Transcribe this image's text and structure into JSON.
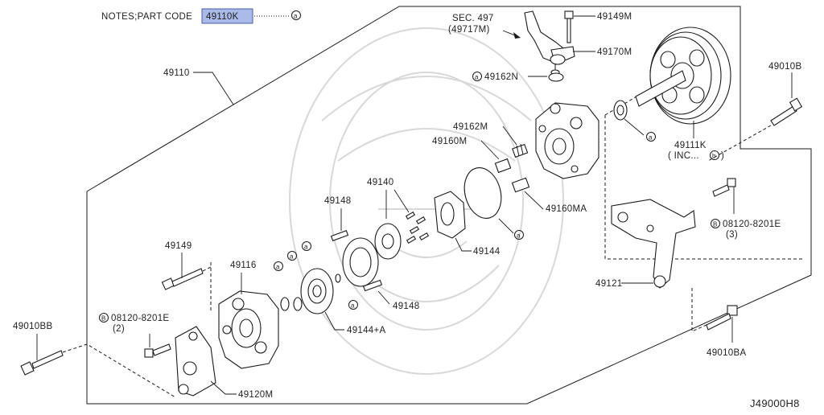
{
  "notes": {
    "prefix": "NOTES;PART CODE",
    "code": "49110K",
    "symbol": "ⓐ"
  },
  "section_ref": {
    "line1": "SEC. 497",
    "line2": "(49717M)"
  },
  "drawing_id": "J49000H8",
  "labels": {
    "p49110": "49110",
    "p49149M": "49149M",
    "p49170M": "49170M",
    "p49162N": "49162N",
    "p49010B": "49010B",
    "p49162M": "49162M",
    "p49160M": "49160M",
    "p49111K": "49111K",
    "p49111K_sub": "( INC... ",
    "p49140": "49140",
    "p49148a": "49148",
    "p49160MA": "49160MA",
    "p08120_r_code": "08120-8201E",
    "p08120_r_qty": "(3)",
    "p49144": "49144",
    "p49149": "49149",
    "p49116": "49116",
    "p49121": "49121",
    "p49148b": "49148",
    "p08120_l_code": "08120-8201E",
    "p08120_l_qty": "(2)",
    "p49144A": "49144+A",
    "p49010BB": "49010BB",
    "p49010BA": "49010BA",
    "p49120M": "49120M"
  },
  "symbols": {
    "a": "a",
    "b": "b",
    "B": "B"
  }
}
